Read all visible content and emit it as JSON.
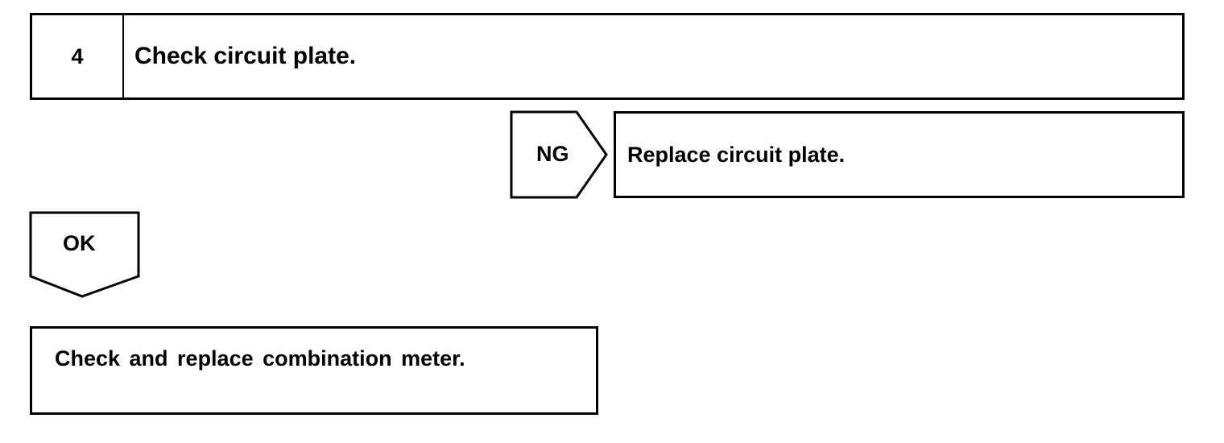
{
  "step": {
    "number": "4",
    "title": "Check circuit plate."
  },
  "ng_branch": {
    "label": "NG",
    "action": "Replace circuit plate."
  },
  "ok_branch": {
    "label": "OK",
    "action": "Check and replace combination meter."
  }
}
